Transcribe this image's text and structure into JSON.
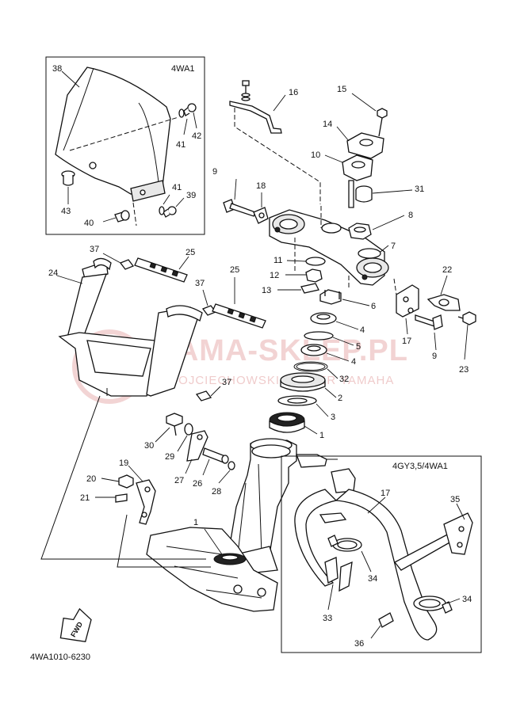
{
  "watermark": {
    "main": "YAMA-SKLEP.PL",
    "sub": "WOJCIECHOWSKI DEALER YAMAHA",
    "color": "#e8b0b0"
  },
  "inset_top_left": {
    "label": "4WA1"
  },
  "inset_bottom_right": {
    "label": "4GY3,5/4WA1"
  },
  "drawing_code": "4WA1010-6230",
  "direction_mark": "FWD",
  "callouts": {
    "c38": "38",
    "c42": "42",
    "c41a": "41",
    "c41b": "41",
    "c39": "39",
    "c43": "43",
    "c40": "40",
    "c16": "16",
    "c15": "15",
    "c14": "14",
    "c10": "10",
    "c9a": "9",
    "c18": "18",
    "c31": "31",
    "c8": "8",
    "c7": "7",
    "c11": "11",
    "c12": "12",
    "c13": "13",
    "c6": "6",
    "c22": "22",
    "c17a": "17",
    "c9b": "9",
    "c23": "23",
    "c4a": "4",
    "c5": "5",
    "c4b": "4",
    "c32": "32",
    "c2": "2",
    "c3": "3",
    "c1a": "1",
    "c37a": "37",
    "c25a": "25",
    "c24": "24",
    "c37b": "37",
    "c25b": "25",
    "c37c": "37",
    "c30": "30",
    "c29": "29",
    "c19": "19",
    "c20": "20",
    "c21": "21",
    "c27": "27",
    "c26": "26",
    "c28": "28",
    "c1b": "1",
    "c17b": "17",
    "c35": "35",
    "c34a": "34",
    "c34b": "34",
    "c33": "33",
    "c36": "36"
  }
}
